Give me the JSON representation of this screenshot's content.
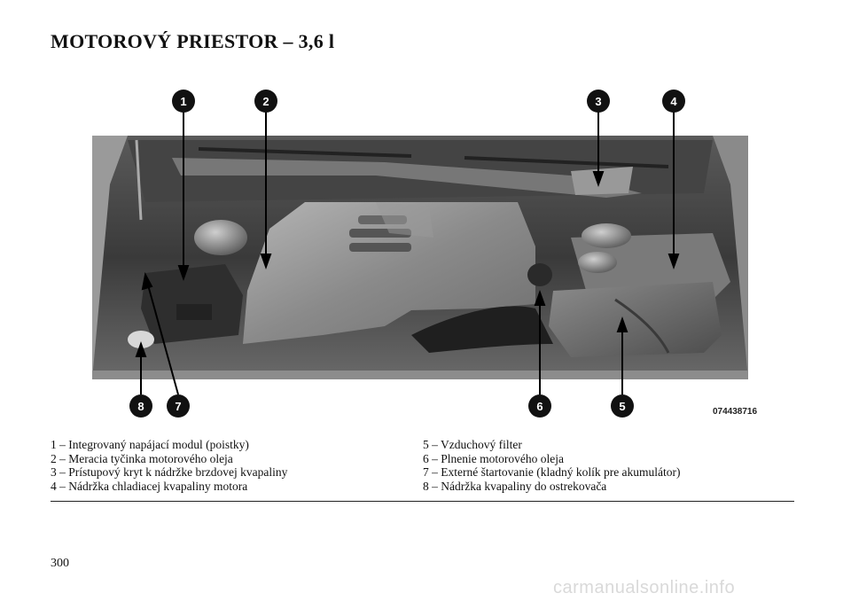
{
  "title": "MOTOROVÝ PRIESTOR – 3,6 l",
  "figure": {
    "id_code": "074438716",
    "callouts": [
      "1",
      "2",
      "3",
      "4",
      "5",
      "6",
      "7",
      "8"
    ]
  },
  "legend": {
    "left": [
      "1 – Integrovaný napájací modul (poistky)",
      "2 – Meracia tyčinka motorového oleja",
      "3 – Prístupový kryt k nádržke brzdovej kvapaliny",
      "4 – Nádržka chladiacej kvapaliny motora"
    ],
    "right": [
      "5 – Vzduchový filter",
      "6 – Plnenie motorového oleja",
      "7 – Externé štartovanie (kladný kolík pre akumulátor)",
      "8 – Nádržka kvapaliny do ostrekovača"
    ]
  },
  "page_number": "300",
  "watermark": "carmanualsonline.info"
}
